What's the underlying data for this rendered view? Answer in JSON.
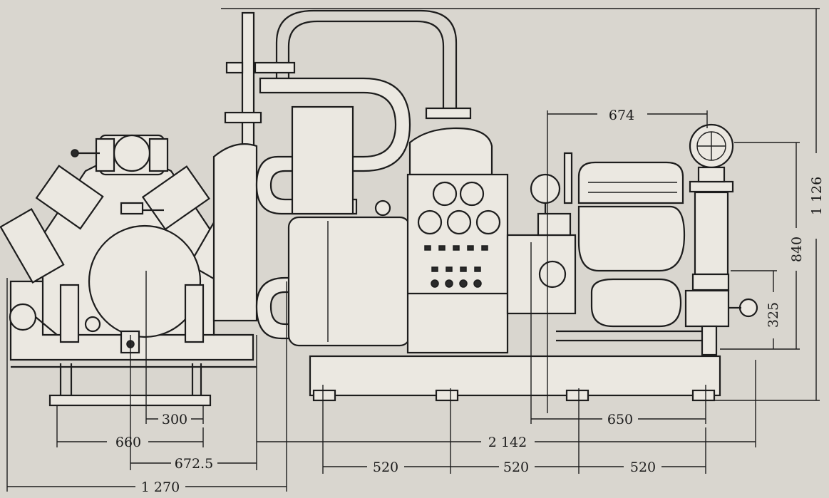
{
  "dimensions": {
    "d674": "674",
    "d1126": "1 126",
    "d840": "840",
    "d325": "325",
    "d650": "650",
    "d300": "300",
    "d660": "660",
    "d2142": "2 142",
    "d672_5": "672.5",
    "d520a": "520",
    "d520b": "520",
    "d520c": "520",
    "d1270": "1 270"
  }
}
